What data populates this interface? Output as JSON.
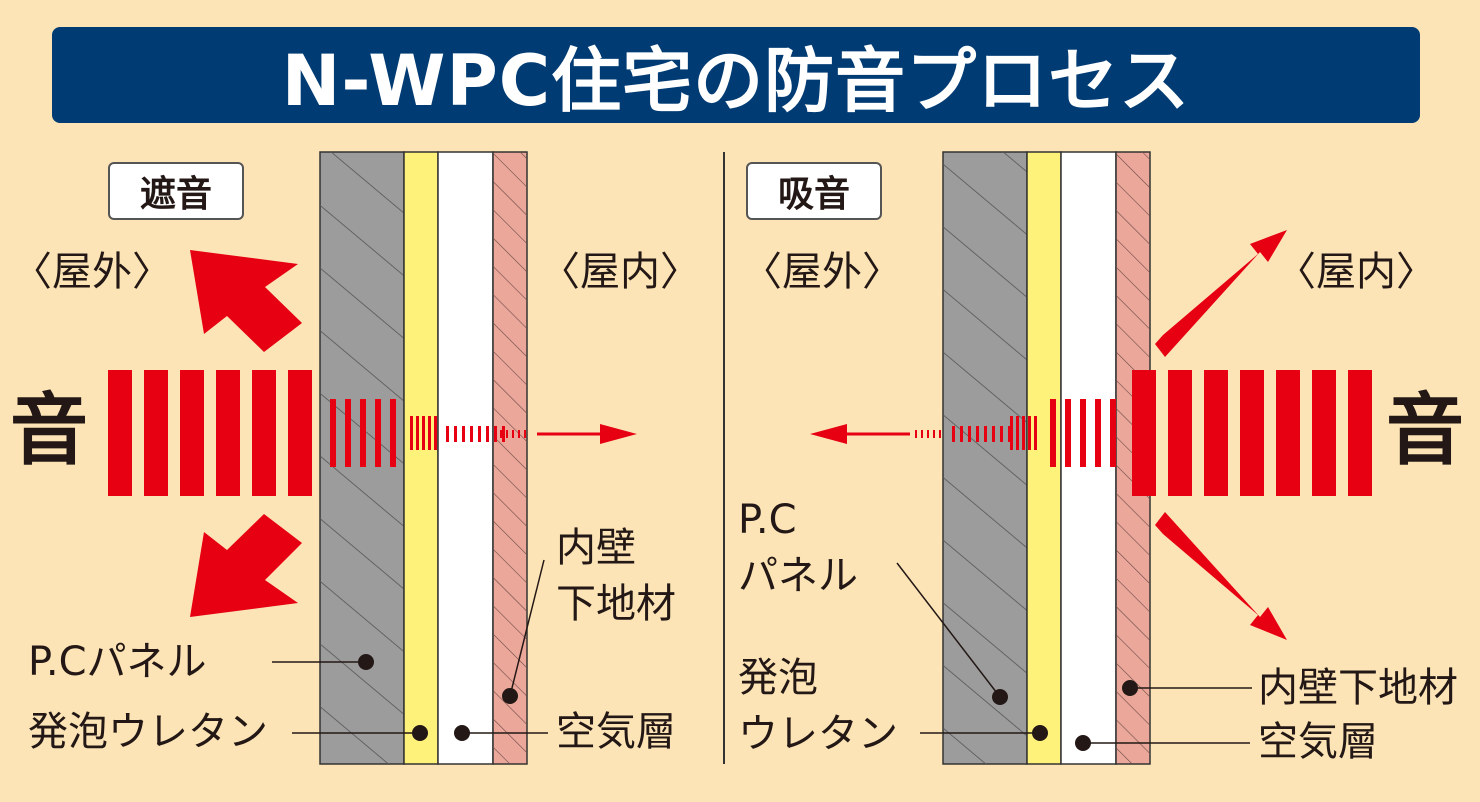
{
  "title": "N-WPC住宅の防音プロセス",
  "left_panel": {
    "mode": "遮音",
    "outside": "〈屋外〉",
    "inside": "〈屋内〉",
    "sound": "音",
    "label_pc": "P.Cパネル",
    "label_foam": "発泡ウレタン",
    "label_interior_l1": "内壁",
    "label_interior_l2": "下地材",
    "label_air": "空気層"
  },
  "right_panel": {
    "mode": "吸音",
    "outside": "〈屋外〉",
    "inside": "〈屋内〉",
    "sound": "音",
    "label_pc_l1": "P.C",
    "label_pc_l2": "パネル",
    "label_foam_l1": "発泡",
    "label_foam_l2": "ウレタン",
    "label_interior": "内壁下地材",
    "label_air": "空気層"
  },
  "colors": {
    "background": "#fce4b7",
    "banner": "#003b73",
    "arrow_red": "#e60012",
    "pc_panel": "#9c9c9c",
    "foam": "#fff27a",
    "air_layer": "#ffffff",
    "interior_board": "#eba79a",
    "text": "#231815"
  }
}
